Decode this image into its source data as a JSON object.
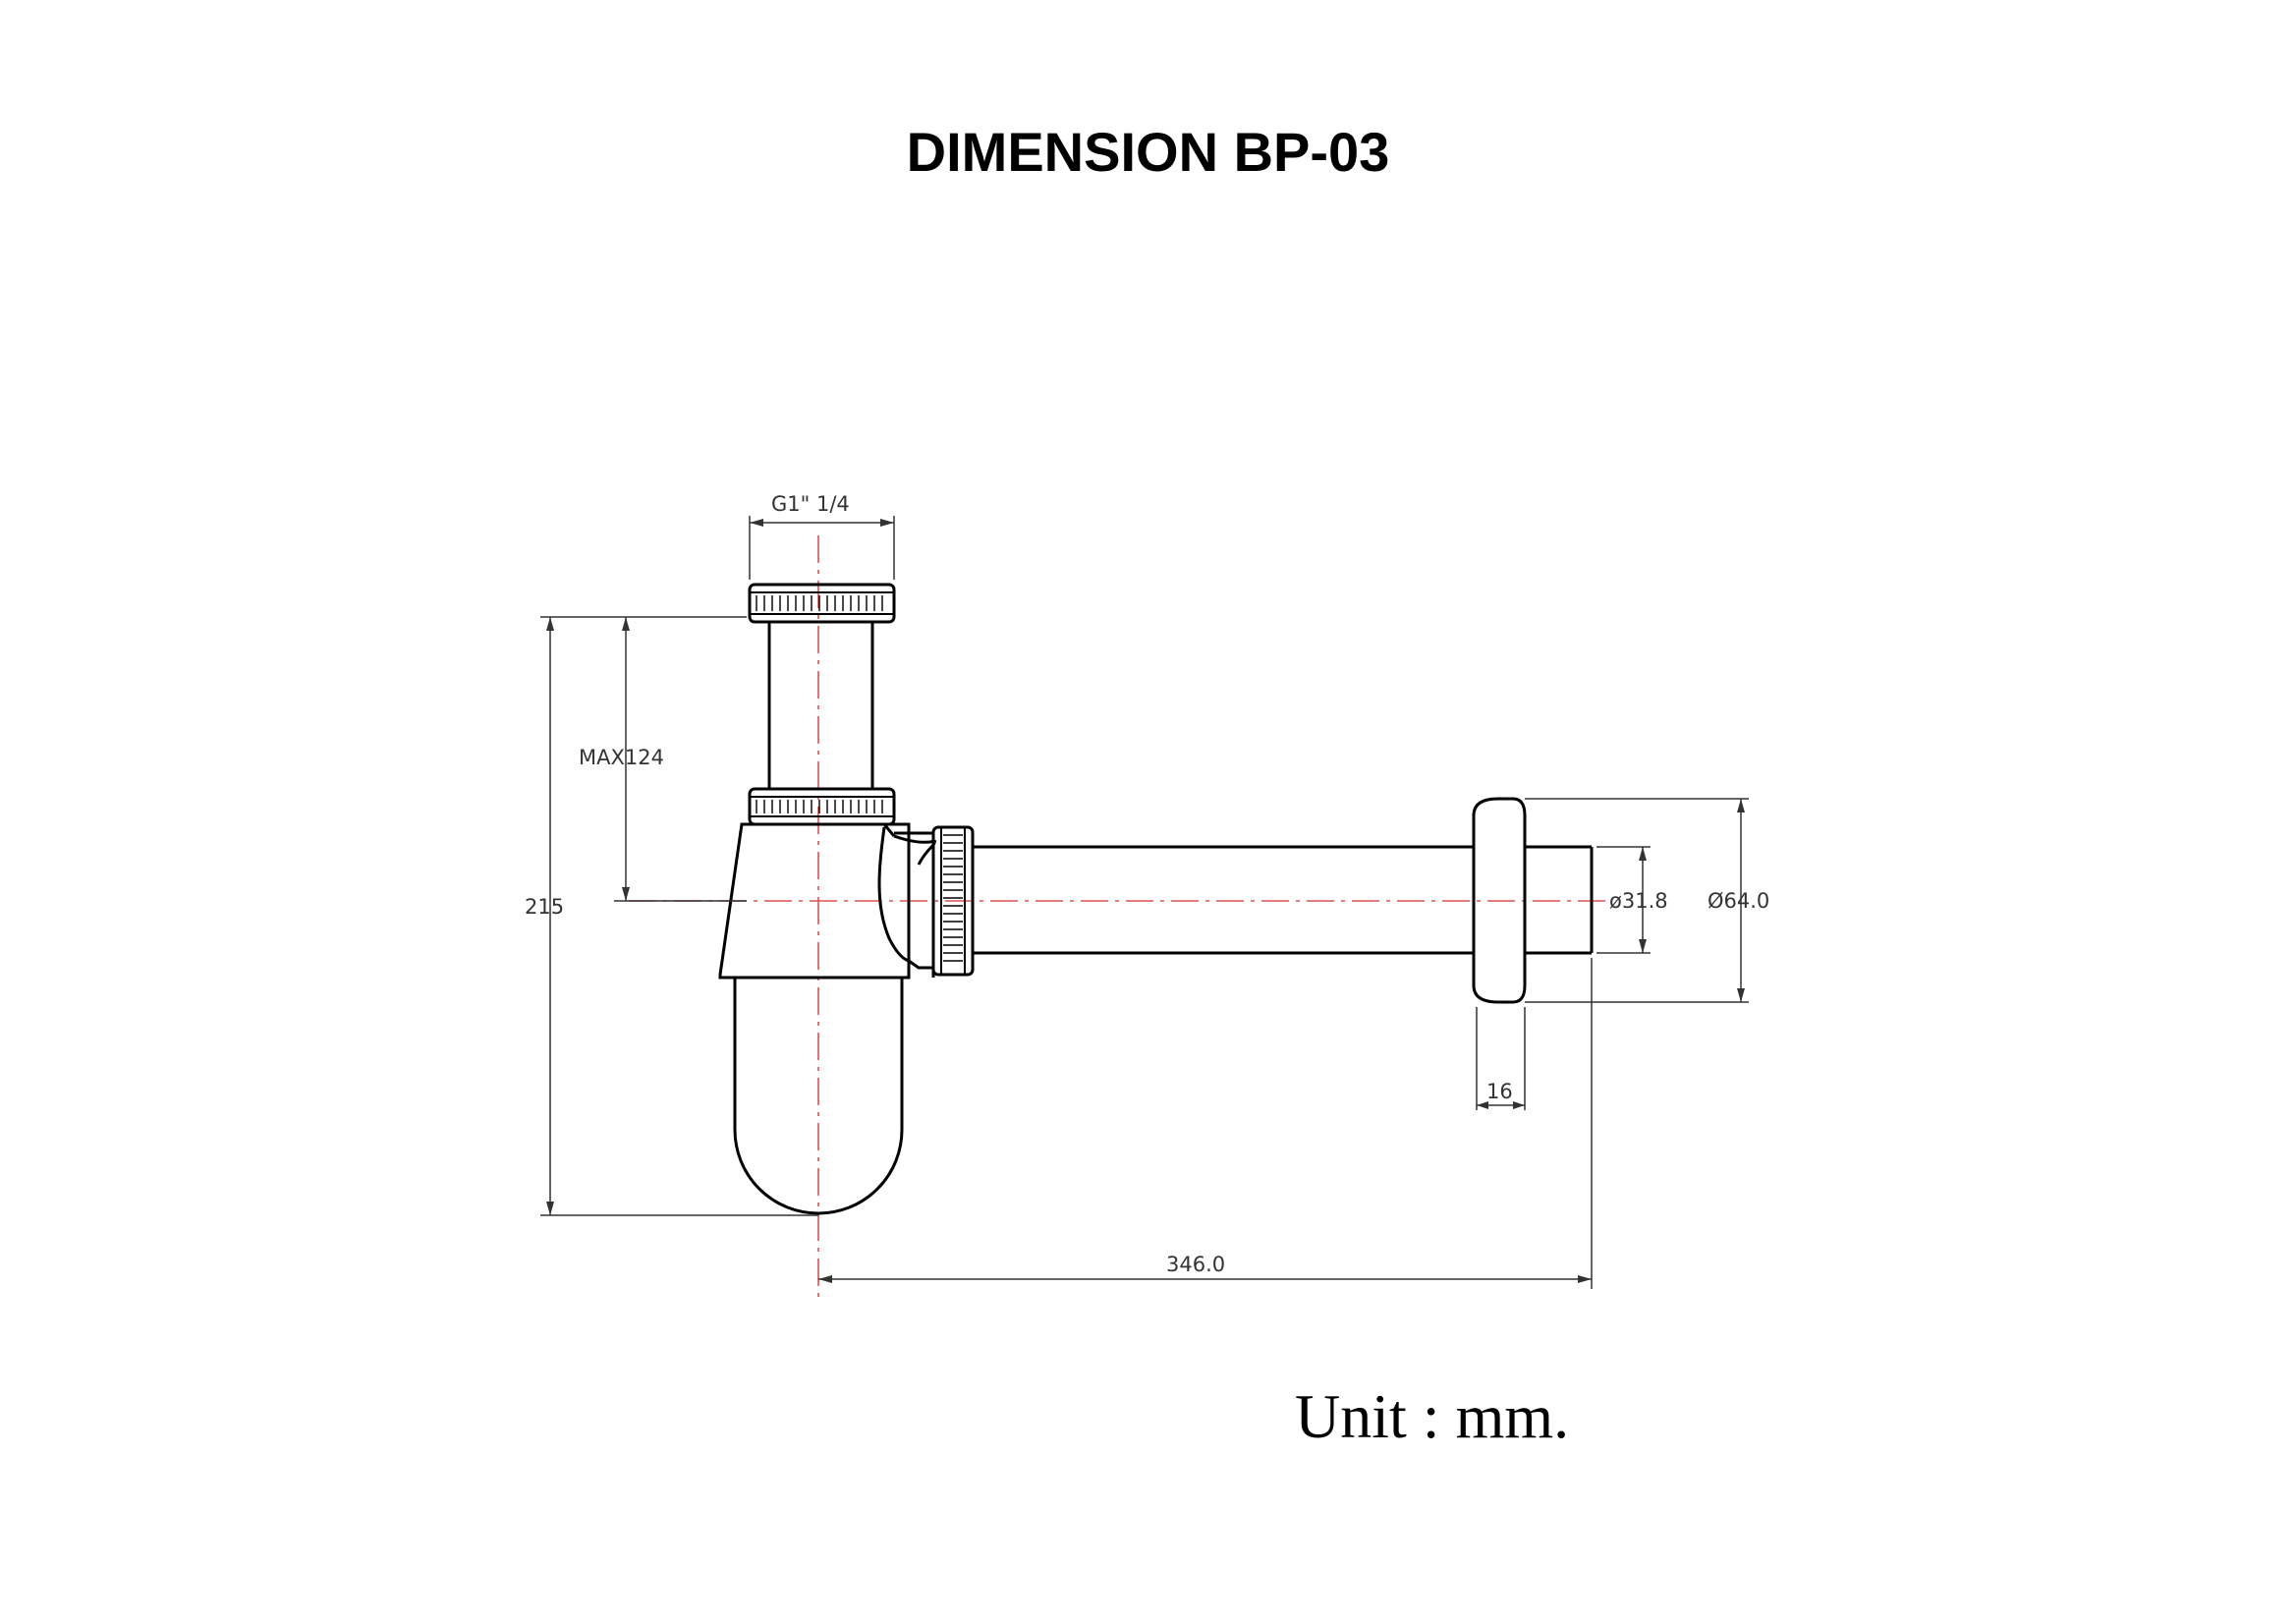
{
  "title": "DIMENSION BP-03",
  "unit_note": "Unit : mm.",
  "dimensions": {
    "thread": "G1\"  1/4",
    "max_height": "MAX124",
    "total_height": "215",
    "pipe_diameter": "ø31.8",
    "flange_diameter": "Ø64.0",
    "flange_thickness": "16",
    "total_length": "346.0"
  },
  "colors": {
    "outline": "#000000",
    "dimension": "#333333",
    "centerline": "#e05050"
  }
}
